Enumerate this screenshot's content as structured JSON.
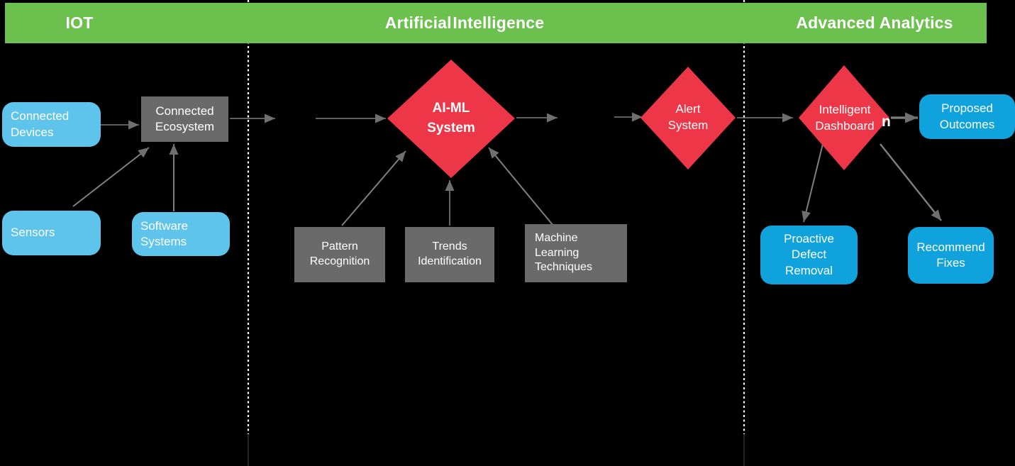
{
  "header": {
    "sections": [
      {
        "label": "IOT"
      },
      {
        "label": "Artificial Intelligence"
      },
      {
        "label": "Advanced Analytics"
      }
    ],
    "band_color": "#6CC04E"
  },
  "nodes": {
    "connected_devices": {
      "label": "Connected Devices",
      "shape": "rounded-rect",
      "color": "#5FC4EB"
    },
    "connected_ecosystem": {
      "label": "Connected Ecosystem",
      "shape": "rect",
      "color": "#6A6A6A"
    },
    "sensors": {
      "label": "Sensors",
      "shape": "rounded-rect",
      "color": "#5FC4EB"
    },
    "software_systems": {
      "label": "Software Systems",
      "shape": "rounded-rect",
      "color": "#5FC4EB"
    },
    "ai_ml_system": {
      "label": "AI-ML System",
      "shape": "diamond",
      "color": "#ED3647"
    },
    "pattern_recognition": {
      "label": "Pattern Recognition",
      "shape": "rect",
      "color": "#6A6A6A"
    },
    "trends_identification": {
      "label": "Trends Identification",
      "shape": "rect",
      "color": "#6A6A6A"
    },
    "machine_learning_techniques": {
      "label": "Machine Learning Techniques",
      "shape": "rect",
      "color": "#6A6A6A"
    },
    "alert_system": {
      "label": "Alert System",
      "shape": "diamond",
      "color": "#ED3647"
    },
    "intelligent_dashboard": {
      "label": "Intelligent Dashboard",
      "shape": "diamond",
      "color": "#ED3647"
    },
    "proposed_outcomes": {
      "label": "Proposed Outcomes",
      "shape": "rounded-rect",
      "color": "#0FA2DC"
    },
    "proactive_defect_removal": {
      "label": "Proactive Defect Removal",
      "shape": "rounded-rect",
      "color": "#0FA2DC"
    },
    "recommend_fixes": {
      "label": "Recommend Fixes",
      "shape": "rounded-rect",
      "color": "#0FA2DC"
    }
  },
  "stray_text": {
    "label": "n"
  },
  "colors": {
    "background": "#000000",
    "section_band_green": "#6CC04E",
    "iot_node_light_blue": "#5FC4EB",
    "analytics_node_blue": "#0FA2DC",
    "process_gray": "#6A6A6A",
    "decision_red": "#ED3647",
    "arrow_gray": "#7F7F7F",
    "text_white": "#FFFFFF"
  }
}
